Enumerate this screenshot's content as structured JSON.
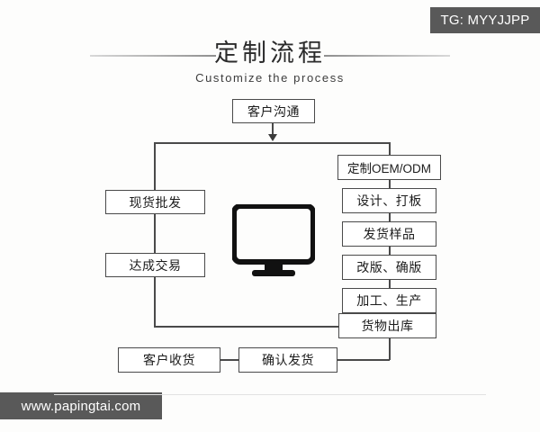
{
  "watermarks": {
    "telegram": "TG: MYYJJPP",
    "website": "www.papingtai.com"
  },
  "header": {
    "title": "定制流程",
    "subtitle": "Customize the process"
  },
  "flowchart": {
    "start_node": "客户沟通",
    "left_branch": [
      "现货批发",
      "达成交易"
    ],
    "right_branch": [
      "定制OEM/ODM",
      "设计、打板",
      "发货样品",
      "改版、确版",
      "加工、生产"
    ],
    "shipping_node": "货物出库",
    "bottom_branch": [
      "客户收货",
      "确认发货"
    ],
    "center_icon": "monitor-icon"
  }
}
